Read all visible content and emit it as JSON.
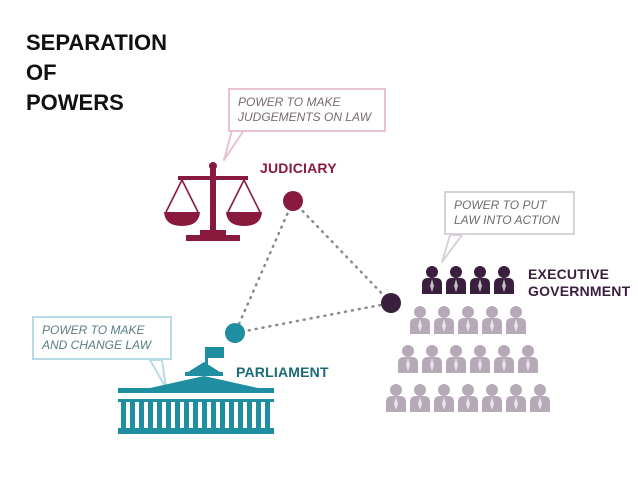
{
  "title": {
    "line1": "SEPARATION",
    "line2": "OF",
    "line3": "POWERS"
  },
  "branches": {
    "judiciary": {
      "label": "JUDICIARY",
      "power_line1": "POWER TO MAKE",
      "power_line2": "JUDGEMENTS ON LAW",
      "color": "#8a1a3d",
      "icon": "scales-of-justice-icon"
    },
    "executive": {
      "label_line1": "EXECUTIVE",
      "label_line2": "GOVERNMENT",
      "power_line1": "POWER TO PUT",
      "power_line2": "LAW INTO ACTION",
      "color": "#3a1f3e",
      "crowd_color": "#b6a9b8",
      "icon": "people-group-icon"
    },
    "parliament": {
      "label": "PARLIAMENT",
      "power_line1": "POWER TO MAKE",
      "power_line2": "AND CHANGE LAW",
      "color": "#1b6a78",
      "icon": "parliament-building-icon"
    }
  }
}
